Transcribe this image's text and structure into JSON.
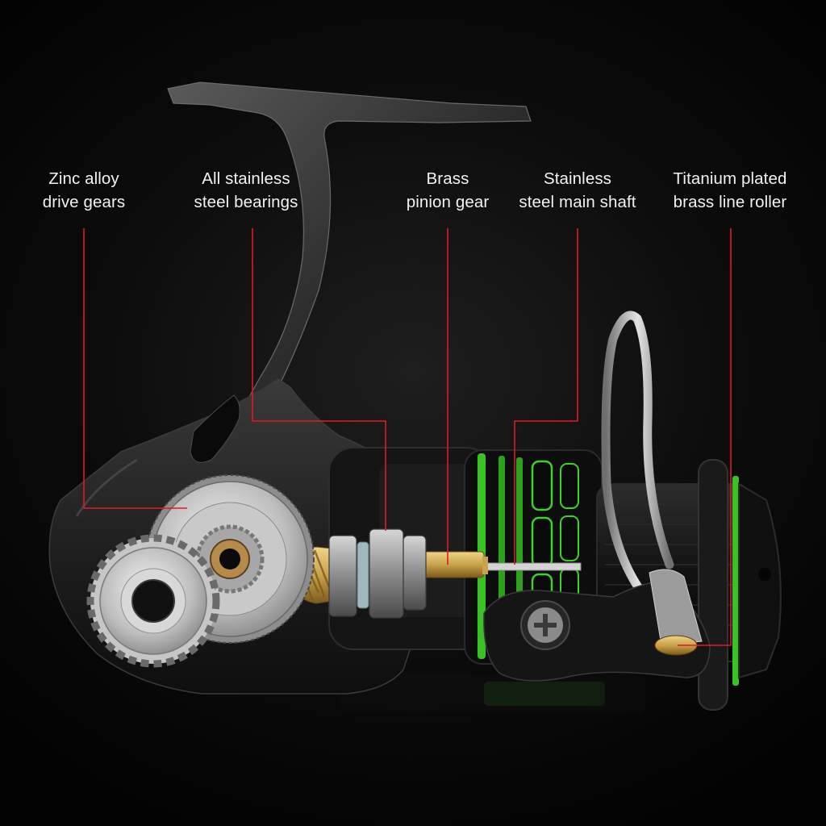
{
  "callouts": [
    {
      "line1": "Zinc alloy",
      "line2": "drive gears"
    },
    {
      "line1": "All stainless",
      "line2": "steel bearings"
    },
    {
      "line1": "Brass",
      "line2": "pinion gear"
    },
    {
      "line1": "Stainless",
      "line2": "steel main shaft"
    },
    {
      "line1": "Titanium plated",
      "line2": "brass line roller"
    }
  ],
  "colors": {
    "background": "#0a0a0a",
    "callout_line": "#e0192a",
    "accent_green": "#3fd12a",
    "brass": "#c9a24a",
    "body": "#2a2a2a"
  }
}
